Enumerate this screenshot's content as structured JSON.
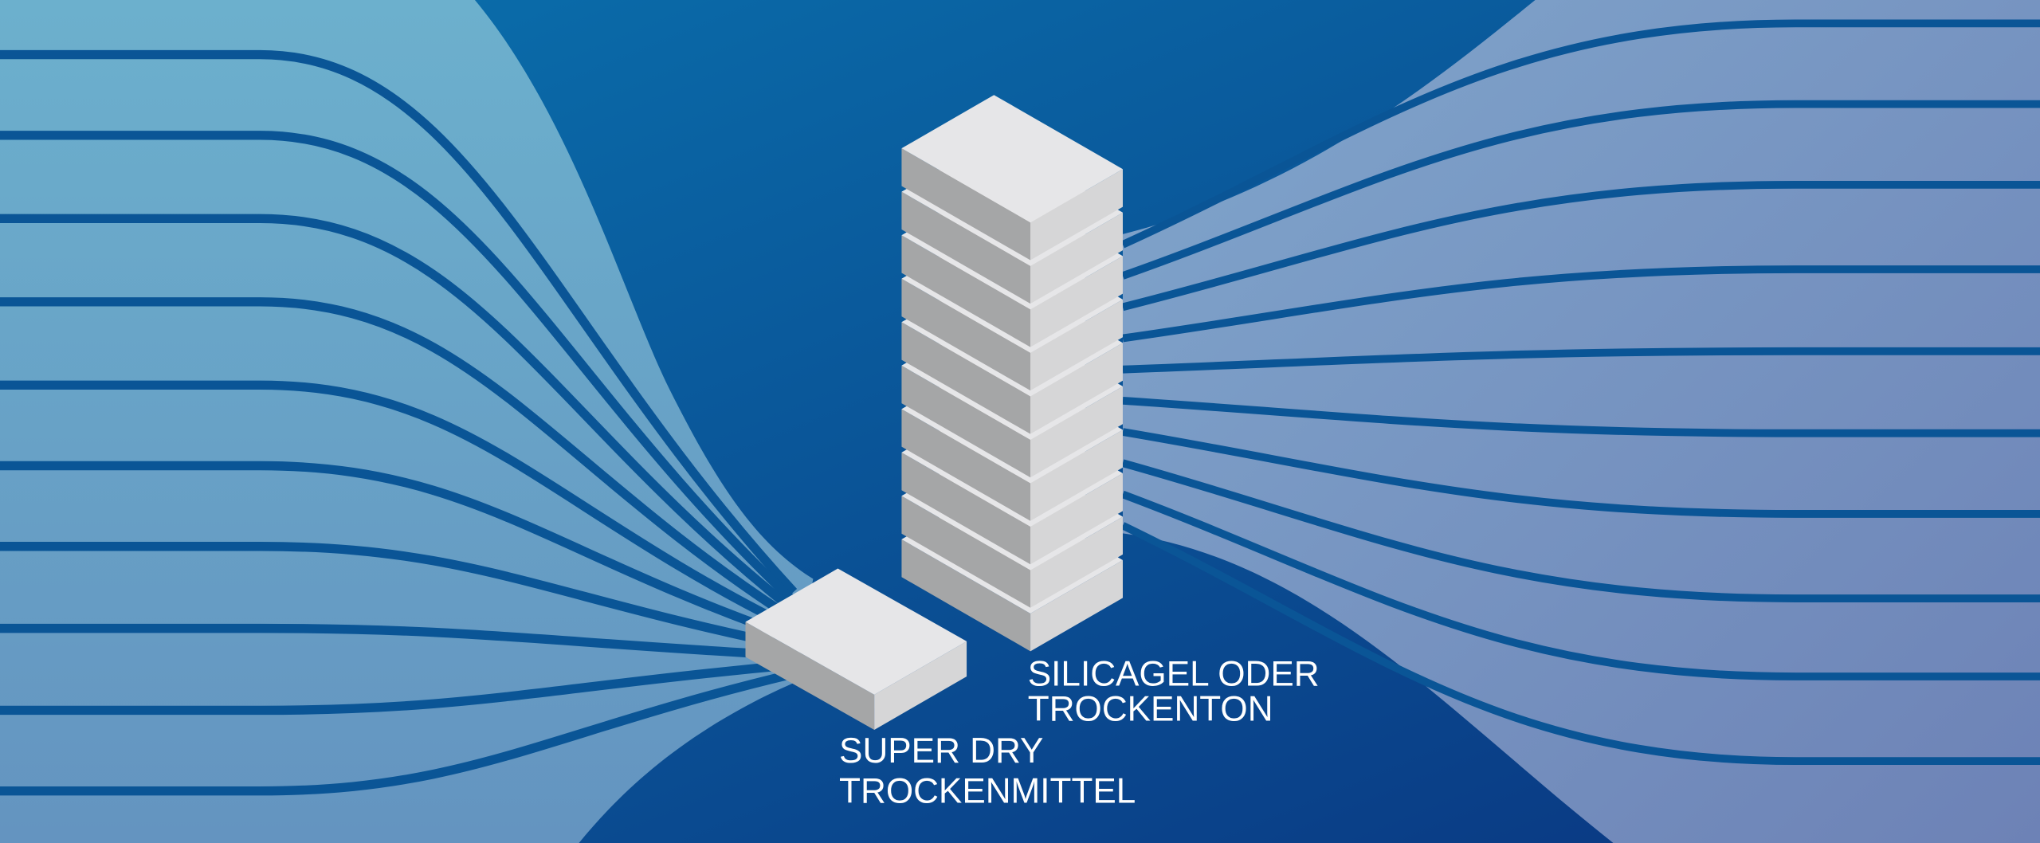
{
  "labels": {
    "silica_line1": "SILICAGEL ODER",
    "silica_line2": "TROCKENTON",
    "superdry_line1": "SUPER DRY",
    "superdry_line2": "TROCKENMITTEL"
  },
  "colors": {
    "background_top": "#0a6aa6",
    "background_bottom": "#0a3a82",
    "left_flow": "#68aac9",
    "right_flow": "#7a9ec8",
    "stripe": "#0a5596",
    "block_top": "#e6e6e8",
    "block_left": "#a5a6a7",
    "block_right": "#d6d6d7"
  },
  "tower_slab_count": 10
}
